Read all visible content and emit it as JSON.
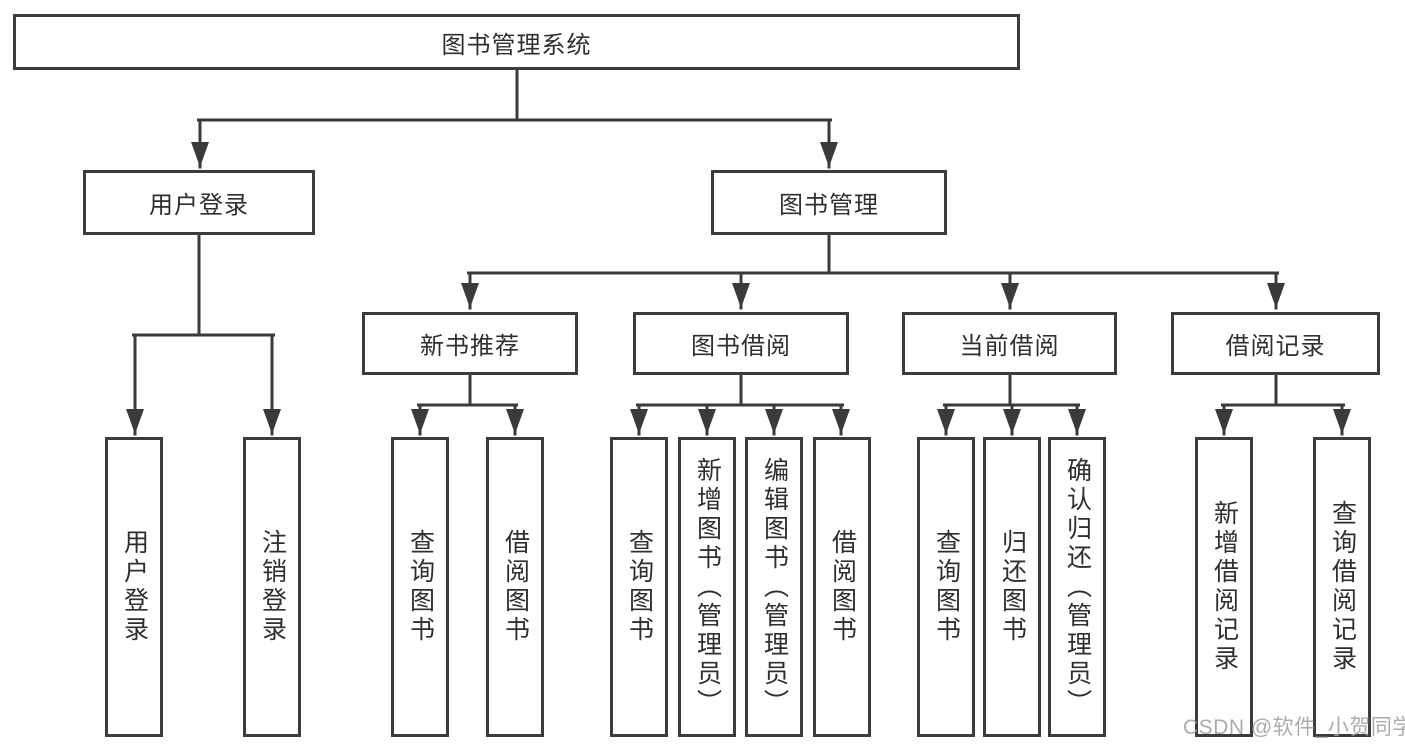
{
  "diagram": {
    "root": {
      "label": "图书管理系统",
      "children": [
        {
          "label": "用户登录",
          "children": [
            {
              "label": "用户登录"
            },
            {
              "label": "注销登录"
            }
          ]
        },
        {
          "label": "图书管理",
          "children": [
            {
              "label": "新书推荐",
              "children": [
                {
                  "label": "查询图书"
                },
                {
                  "label": "借阅图书"
                }
              ]
            },
            {
              "label": "图书借阅",
              "children": [
                {
                  "label": "查询图书"
                },
                {
                  "label": "新增图书（管理员）"
                },
                {
                  "label": "编辑图书（管理员）"
                },
                {
                  "label": "借阅图书"
                }
              ]
            },
            {
              "label": "当前借阅",
              "children": [
                {
                  "label": "查询图书"
                },
                {
                  "label": "归还图书"
                },
                {
                  "label": "确认归还（管理员）"
                }
              ]
            },
            {
              "label": "借阅记录",
              "children": [
                {
                  "label": "新增借阅记录"
                },
                {
                  "label": "查询借阅记录"
                }
              ]
            }
          ]
        }
      ]
    },
    "watermark": "CSDN @软件_小贺同学",
    "colors": {
      "line": "#3a3a3a",
      "box_border": "#3c3c3c",
      "text": "#2f2f2f",
      "background": "#ffffff",
      "watermark": "#9e9e9e"
    }
  }
}
